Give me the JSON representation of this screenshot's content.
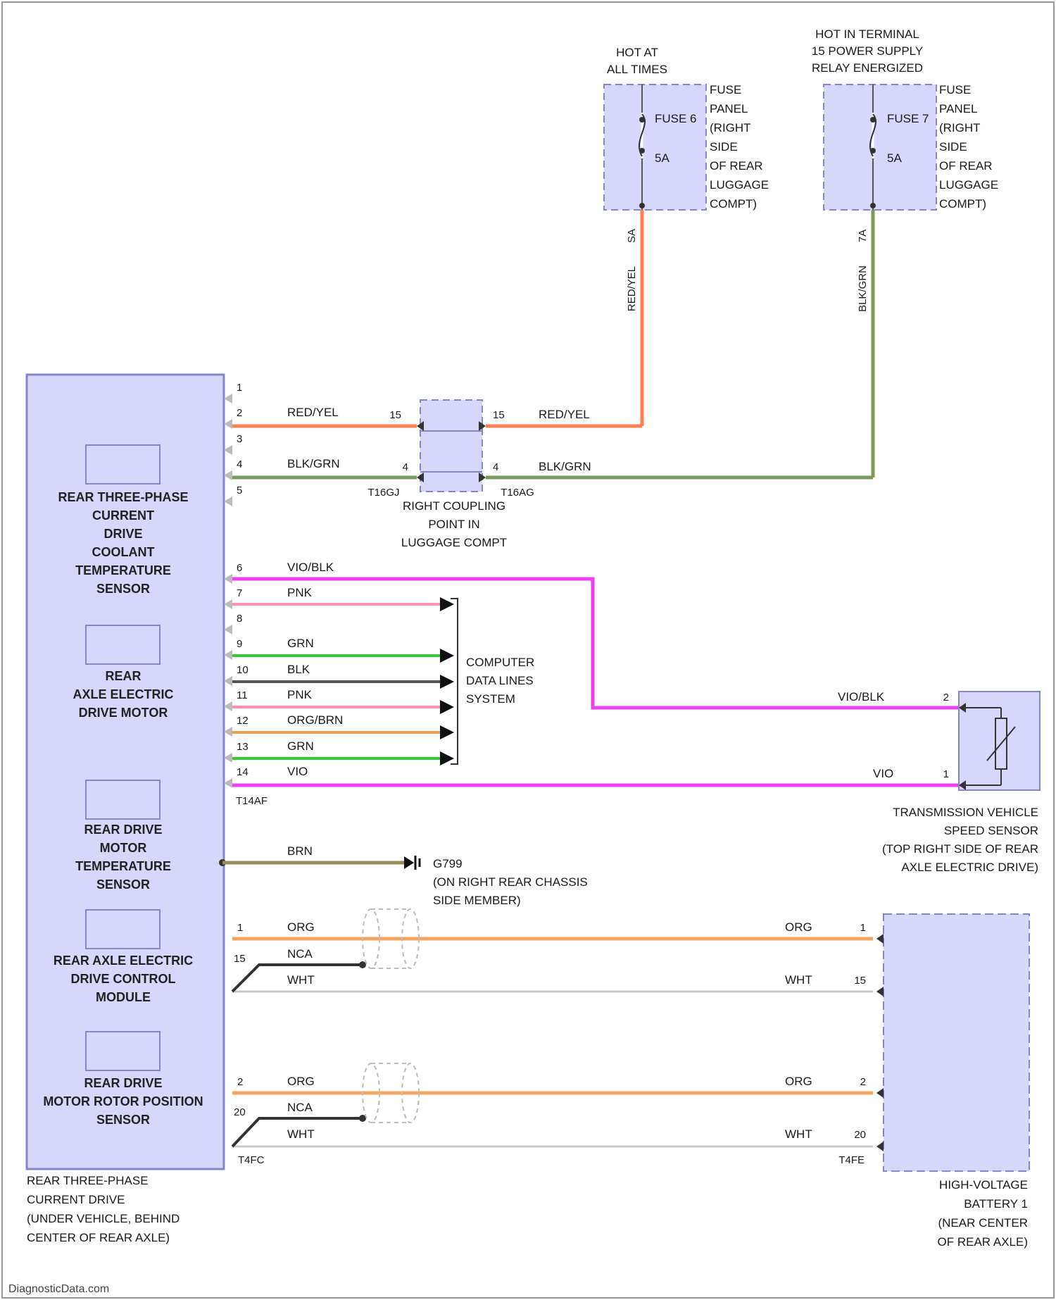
{
  "colors": {
    "component_fill": "#d7d7fb",
    "component_stroke": "#8585c8",
    "wire_red_yel": "#ff7f50",
    "wire_blk_grn": "#7a9a5a",
    "wire_vio_blk": "#ee40ee",
    "wire_pnk": "#ff8fb8",
    "wire_grn": "#33cc33",
    "wire_blk": "#555555",
    "wire_org_brn": "#f0a050",
    "wire_vio": "#ee40ee",
    "wire_brn": "#9b8b5b",
    "wire_org": "#f5a55f",
    "wire_wht": "#c8c8c8",
    "wire_nca": "#333333"
  },
  "fuse1": {
    "header_lines": [
      "HOT AT",
      "ALL TIMES"
    ],
    "name": "FUSE 6",
    "rating": "5A",
    "side_lines": [
      "FUSE",
      "PANEL",
      "(RIGHT",
      "SIDE",
      "OF REAR",
      "LUGGAGE",
      "COMPT)"
    ],
    "out_pin": "SA",
    "wire": "RED/YEL"
  },
  "fuse2": {
    "header_lines": [
      "HOT IN TERMINAL",
      "15 POWER SUPPLY",
      "RELAY ENERGIZED"
    ],
    "name": "FUSE 7",
    "rating": "5A",
    "side_lines": [
      "FUSE",
      "PANEL",
      "(RIGHT",
      "SIDE",
      "OF REAR",
      "LUGGAGE",
      "COMPT)"
    ],
    "out_pin": "7A",
    "wire": "BLK/GRN"
  },
  "module": {
    "sub_labels": [
      [
        "REAR THREE-PHASE",
        "CURRENT",
        "DRIVE",
        "COOLANT",
        "TEMPERATURE",
        "SENSOR"
      ],
      [
        "REAR",
        "AXLE ELECTRIC",
        "DRIVE MOTOR"
      ],
      [
        "REAR DRIVE",
        "MOTOR",
        "TEMPERATURE",
        "SENSOR"
      ],
      [
        "REAR AXLE ELECTRIC",
        "DRIVE CONTROL",
        "MODULE"
      ],
      [
        "REAR DRIVE",
        "MOTOR ROTOR POSITION",
        "SENSOR"
      ]
    ],
    "caption_lines": [
      "REAR THREE-PHASE",
      "CURRENT DRIVE",
      "(UNDER VEHICLE, BEHIND",
      "CENTER OF REAR AXLE)"
    ]
  },
  "connector_t14": {
    "pins": [
      {
        "pin": "1",
        "wire": ""
      },
      {
        "pin": "2",
        "wire": "RED/YEL"
      },
      {
        "pin": "3",
        "wire": ""
      },
      {
        "pin": "4",
        "wire": "BLK/GRN"
      },
      {
        "pin": "5",
        "wire": ""
      },
      {
        "pin": "6",
        "wire": "VIO/BLK"
      },
      {
        "pin": "7",
        "wire": "PNK"
      },
      {
        "pin": "8",
        "wire": ""
      },
      {
        "pin": "9",
        "wire": "GRN"
      },
      {
        "pin": "10",
        "wire": "BLK"
      },
      {
        "pin": "11",
        "wire": "PNK"
      },
      {
        "pin": "12",
        "wire": "ORG/BRN"
      },
      {
        "pin": "13",
        "wire": "GRN"
      },
      {
        "pin": "14",
        "wire": "VIO"
      }
    ],
    "name": "T14AF"
  },
  "coupling": {
    "left_pins": [
      "15",
      "4"
    ],
    "right_pins": [
      "15",
      "4"
    ],
    "left_name": "T16GJ",
    "right_name": "T16AG",
    "right_wires": [
      "RED/YEL",
      "BLK/GRN"
    ],
    "caption_lines": [
      "RIGHT COUPLING",
      "POINT IN",
      "LUGGAGE COMPT"
    ]
  },
  "data_lines": {
    "caption_lines": [
      "COMPUTER",
      "DATA LINES",
      "SYSTEM"
    ]
  },
  "speed_sensor": {
    "pins": [
      {
        "pin": "2",
        "wire": "VIO/BLK"
      },
      {
        "pin": "1",
        "wire": "VIO"
      }
    ],
    "caption_lines": [
      "TRANSMISSION VEHICLE",
      "SPEED SENSOR",
      "(TOP RIGHT SIDE OF REAR",
      "AXLE ELECTRIC DRIVE)"
    ]
  },
  "ground": {
    "wire": "BRN",
    "name": "G799",
    "caption_lines": [
      "(ON RIGHT REAR CHASSIS",
      "SIDE MEMBER)"
    ]
  },
  "hv_group1": {
    "left_pins": [
      "1",
      "15"
    ],
    "right_pins": [
      "1",
      "15"
    ],
    "wires": [
      "ORG",
      "NCA",
      "WHT"
    ],
    "right_wires": [
      "ORG",
      "WHT"
    ]
  },
  "hv_group2": {
    "left_pins": [
      "2",
      "20"
    ],
    "right_pins": [
      "2",
      "20"
    ],
    "wires": [
      "ORG",
      "NCA",
      "WHT"
    ],
    "right_wires": [
      "ORG",
      "WHT"
    ],
    "left_connector": "T4FC",
    "right_connector": "T4FE"
  },
  "battery": {
    "caption_lines": [
      "HIGH-VOLTAGE",
      "BATTERY 1",
      "(NEAR CENTER",
      "OF REAR AXLE)"
    ]
  },
  "footer": "DiagnosticData.com"
}
